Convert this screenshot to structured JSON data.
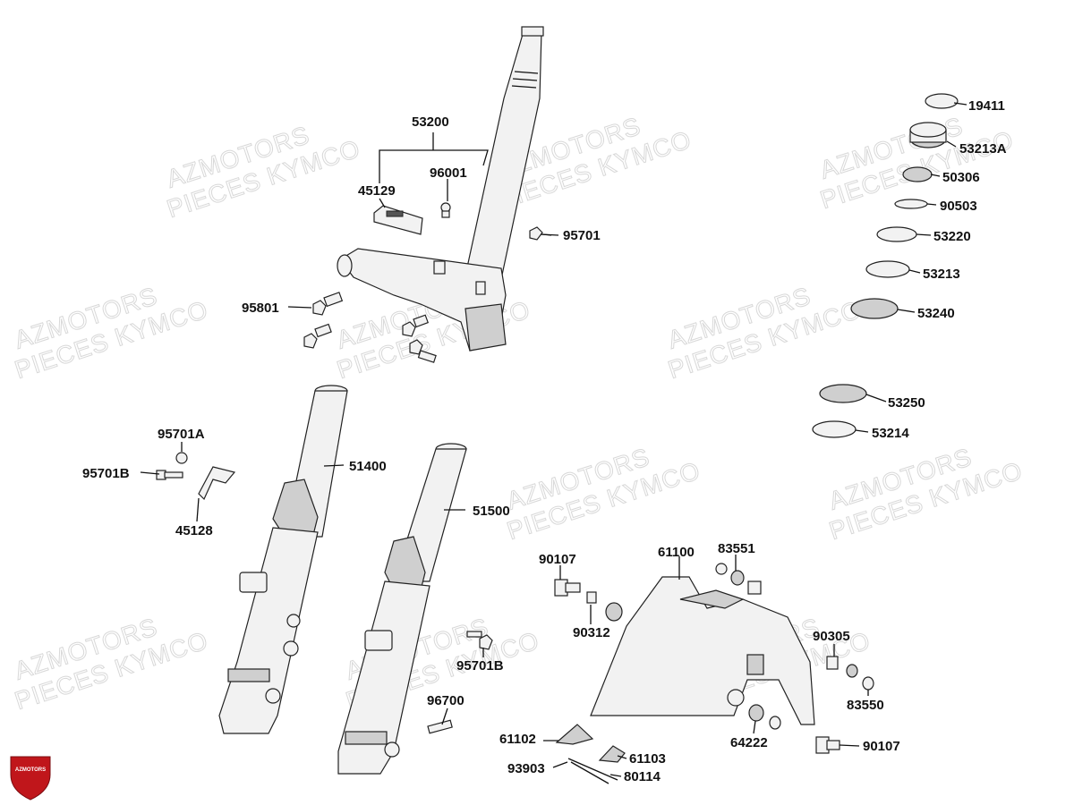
{
  "watermark": {
    "line1": "AZMOTORS",
    "line2": "PIECES KYMCO"
  },
  "logo": {
    "text": "AZMOTORS",
    "color": "#c0161b"
  },
  "labels": {
    "p19411": "19411",
    "p53213A": "53213A",
    "p50306": "50306",
    "p90503": "90503",
    "p53220": "53220",
    "p53213": "53213",
    "p53240": "53240",
    "p53250": "53250",
    "p53214": "53214",
    "p53200": "53200",
    "p45129": "45129",
    "p96001": "96001",
    "p95701": "95701",
    "p95801": "95801",
    "p95701A": "95701A",
    "p95701B_1": "95701B",
    "p51400": "51400",
    "p45128": "45128",
    "p51500": "51500",
    "p90107_1": "90107",
    "p61100": "61100",
    "p83551": "83551",
    "p90312": "90312",
    "p95701B_2": "95701B",
    "p90305": "90305",
    "p83550": "83550",
    "p96700": "96700",
    "p64222": "64222",
    "p90107_2": "90107",
    "p61102": "61102",
    "p61103": "61103",
    "p93903": "93903",
    "p80114": "80114"
  }
}
